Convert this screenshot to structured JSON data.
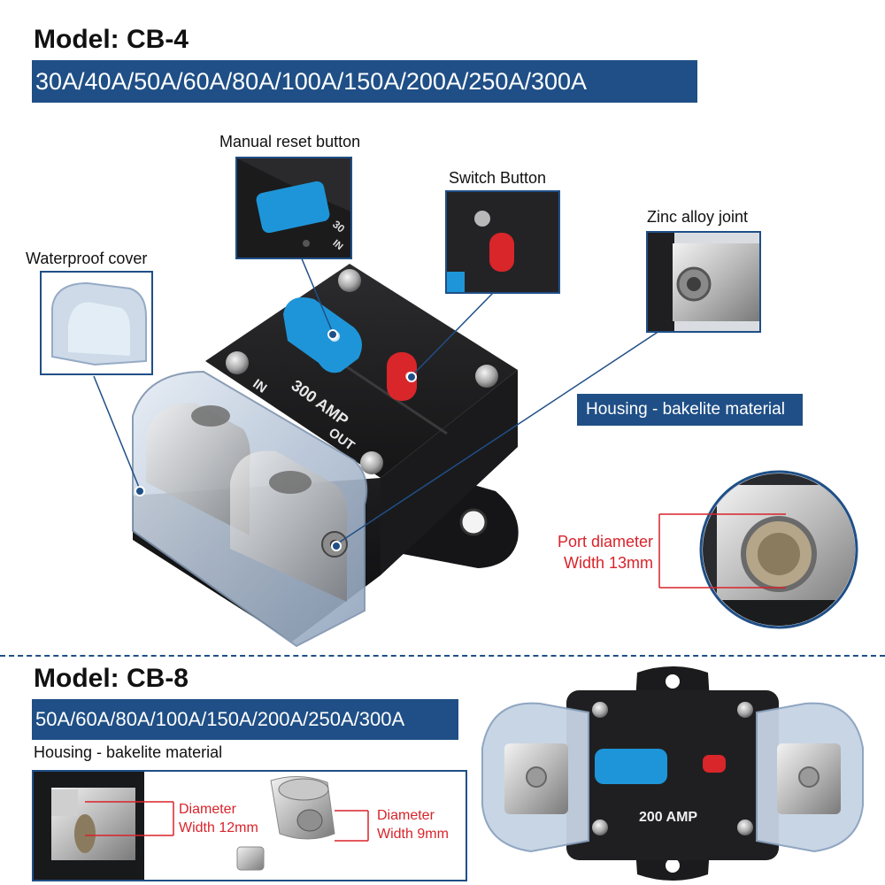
{
  "cb4": {
    "title": "Model: CB-4",
    "amps": "30A/40A/50A/60A/80A/100A/150A/200A/250A/300A",
    "labels": {
      "manual_reset": "Manual reset button",
      "switch_button": "Switch Button",
      "zinc_joint": "Zinc alloy joint",
      "waterproof_cover": "Waterproof cover",
      "housing": "Housing - bakelite material",
      "port_line1": "Port diameter",
      "port_line2": "Width 13mm"
    },
    "device_text": {
      "in": "IN",
      "amp": "300 AMP",
      "out": "OUT",
      "inset_text": "30",
      "inset_in": "IN"
    }
  },
  "cb8": {
    "title": "Model: CB-8",
    "amps": "50A/60A/80A/100A/150A/200A/250A/300A",
    "housing": "Housing - bakelite material",
    "diam1_line1": "Diameter",
    "diam1_line2": "Width 12mm",
    "diam2_line1": "Diameter",
    "diam2_line2": "Width 9mm",
    "device_amp": "200 AMP"
  },
  "colors": {
    "brand_blue": "#1f4f86",
    "annotation_red": "#d8232a",
    "button_blue": "#1e95d8",
    "switch_red": "#d8262a"
  }
}
